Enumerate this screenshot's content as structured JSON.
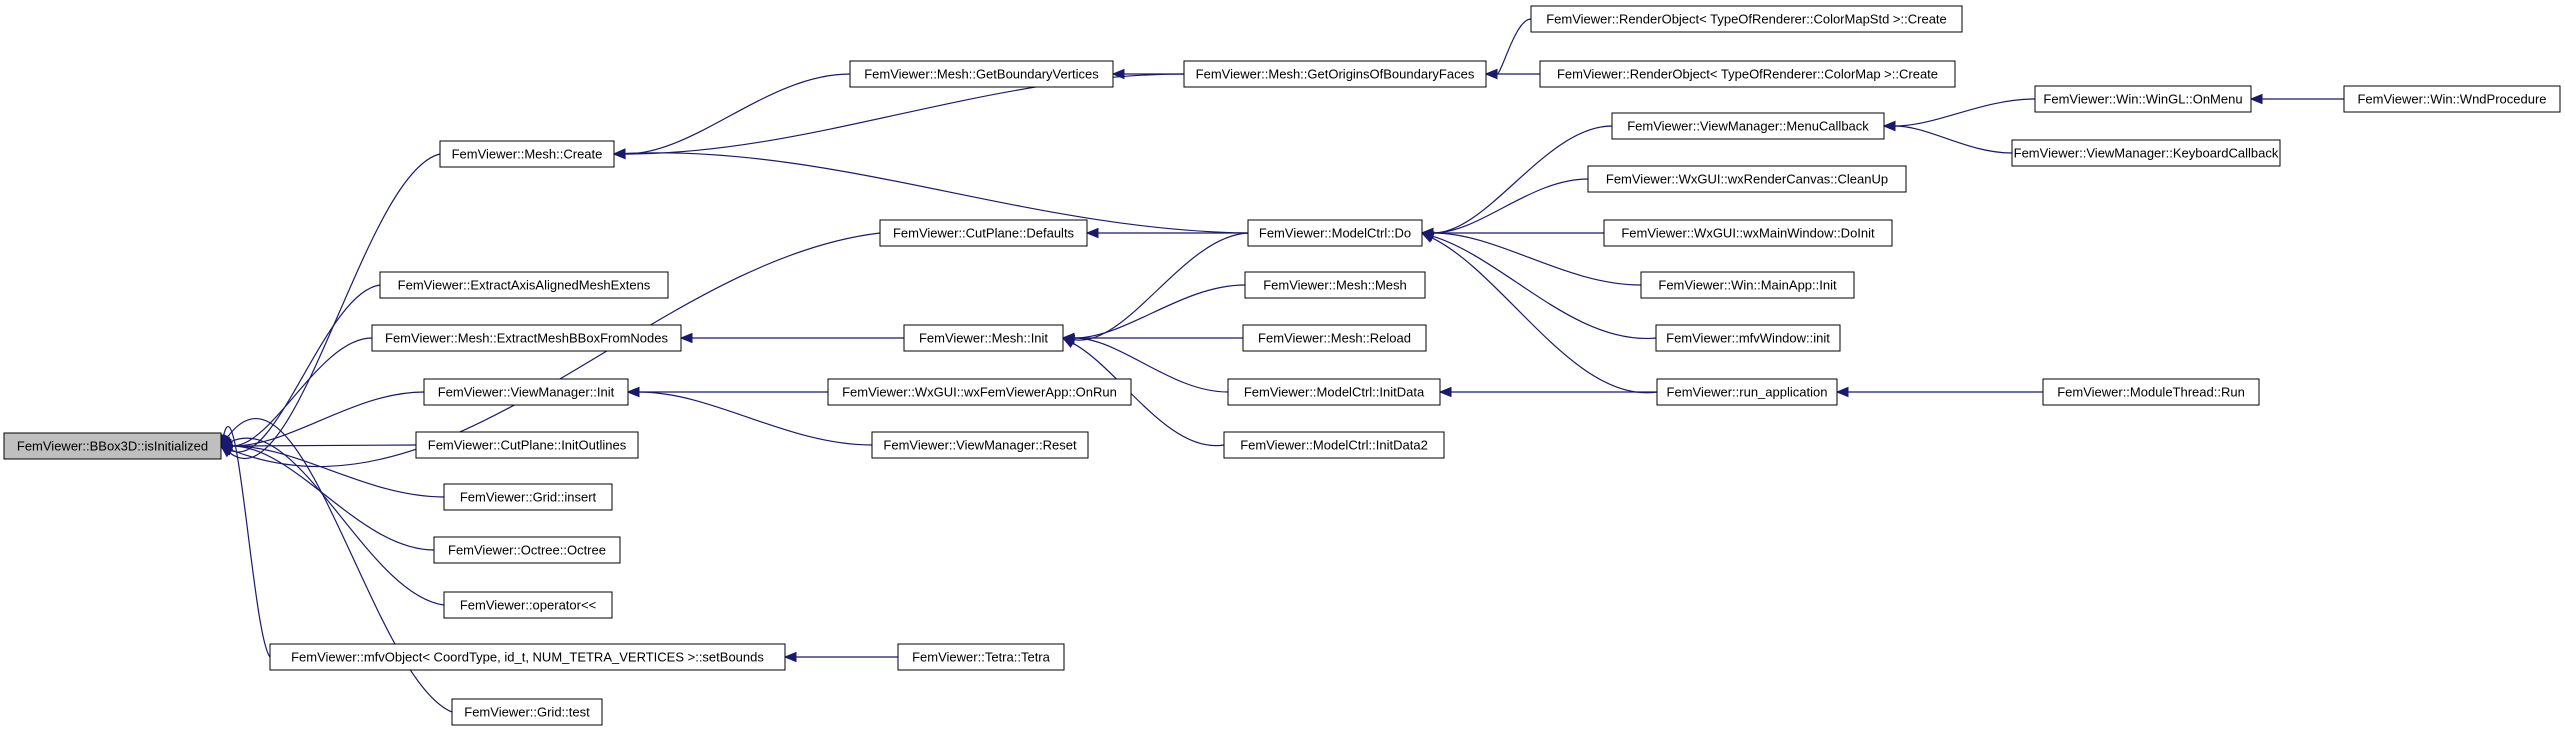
{
  "nodes": [
    {
      "id": "bbox",
      "label": "FemViewer::BBox3D::isInitialized",
      "root": true
    },
    {
      "id": "meshCreate",
      "label": "FemViewer::Mesh::Create"
    },
    {
      "id": "extractAxis",
      "label": "FemViewer::ExtractAxisAlignedMeshExtens"
    },
    {
      "id": "extractBBox",
      "label": "FemViewer::Mesh::ExtractMeshBBoxFromNodes"
    },
    {
      "id": "vmInit",
      "label": "FemViewer::ViewManager::Init"
    },
    {
      "id": "cpInitOutlines",
      "label": "FemViewer::CutPlane::InitOutlines"
    },
    {
      "id": "gridInsert",
      "label": "FemViewer::Grid::insert"
    },
    {
      "id": "octree",
      "label": "FemViewer::Octree::Octree"
    },
    {
      "id": "operatorLL",
      "label": "FemViewer::operator<<"
    },
    {
      "id": "setBounds",
      "label": "FemViewer::mfvObject< CoordType, id_t, NUM_TETRA_VERTICES >::setBounds"
    },
    {
      "id": "gridTest",
      "label": "FemViewer::Grid::test"
    },
    {
      "id": "getBoundaryVertices",
      "label": "FemViewer::Mesh::GetBoundaryVertices"
    },
    {
      "id": "cpDefaults",
      "label": "FemViewer::CutPlane::Defaults"
    },
    {
      "id": "meshInit",
      "label": "FemViewer::Mesh::Init"
    },
    {
      "id": "wxOnRun",
      "label": "FemViewer::WxGUI::wxFemViewerApp::OnRun"
    },
    {
      "id": "vmReset",
      "label": "FemViewer::ViewManager::Reset"
    },
    {
      "id": "tetra",
      "label": "FemViewer::Tetra::Tetra"
    },
    {
      "id": "getOrigins",
      "label": "FemViewer::Mesh::GetOriginsOfBoundaryFaces"
    },
    {
      "id": "modelDo",
      "label": "FemViewer::ModelCtrl::Do"
    },
    {
      "id": "meshMesh",
      "label": "FemViewer::Mesh::Mesh"
    },
    {
      "id": "meshReload",
      "label": "FemViewer::Mesh::Reload"
    },
    {
      "id": "initData",
      "label": "FemViewer::ModelCtrl::InitData"
    },
    {
      "id": "initData2",
      "label": "FemViewer::ModelCtrl::InitData2"
    },
    {
      "id": "roStd",
      "label": "FemViewer::RenderObject< TypeOfRenderer::ColorMapStd >::Create"
    },
    {
      "id": "roMap",
      "label": "FemViewer::RenderObject< TypeOfRenderer::ColorMap >::Create"
    },
    {
      "id": "menuCallback",
      "label": "FemViewer::ViewManager::MenuCallback"
    },
    {
      "id": "cleanUp",
      "label": "FemViewer::WxGUI::wxRenderCanvas::CleanUp"
    },
    {
      "id": "doInit",
      "label": "FemViewer::WxGUI::wxMainWindow::DoInit"
    },
    {
      "id": "mainAppInit",
      "label": "FemViewer::Win::MainApp::Init"
    },
    {
      "id": "mfvWindowInit",
      "label": "FemViewer::mfvWindow::init"
    },
    {
      "id": "runApp",
      "label": "FemViewer::run_application"
    },
    {
      "id": "onMenu",
      "label": "FemViewer::Win::WinGL::OnMenu"
    },
    {
      "id": "keyboardCallback",
      "label": "FemViewer::ViewManager::KeyboardCallback"
    },
    {
      "id": "moduleRun",
      "label": "FemViewer::ModuleThread::Run"
    },
    {
      "id": "wndProc",
      "label": "FemViewer::Win::WndProcedure"
    }
  ],
  "edges": [
    {
      "from": "meshCreate",
      "to": "bbox"
    },
    {
      "from": "extractAxis",
      "to": "bbox"
    },
    {
      "from": "extractBBox",
      "to": "bbox"
    },
    {
      "from": "vmInit",
      "to": "bbox"
    },
    {
      "from": "cpInitOutlines",
      "to": "bbox"
    },
    {
      "from": "gridInsert",
      "to": "bbox"
    },
    {
      "from": "octree",
      "to": "bbox"
    },
    {
      "from": "operatorLL",
      "to": "bbox"
    },
    {
      "from": "setBounds",
      "to": "bbox"
    },
    {
      "from": "gridTest",
      "to": "bbox"
    },
    {
      "from": "cpDefaults",
      "to": "bbox"
    },
    {
      "from": "getBoundaryVertices",
      "to": "meshCreate"
    },
    {
      "from": "getOrigins",
      "to": "meshCreate"
    },
    {
      "from": "modelDo",
      "to": "meshCreate"
    },
    {
      "from": "meshInit",
      "to": "extractBBox"
    },
    {
      "from": "wxOnRun",
      "to": "vmInit"
    },
    {
      "from": "vmReset",
      "to": "vmInit"
    },
    {
      "from": "tetra",
      "to": "setBounds"
    },
    {
      "from": "getOrigins",
      "to": "getBoundaryVertices"
    },
    {
      "from": "modelDo",
      "to": "cpDefaults"
    },
    {
      "from": "modelDo",
      "to": "meshInit"
    },
    {
      "from": "meshMesh",
      "to": "meshInit"
    },
    {
      "from": "meshReload",
      "to": "meshInit"
    },
    {
      "from": "initData",
      "to": "meshInit"
    },
    {
      "from": "initData2",
      "to": "meshInit"
    },
    {
      "from": "roStd",
      "to": "getOrigins"
    },
    {
      "from": "roMap",
      "to": "getOrigins"
    },
    {
      "from": "menuCallback",
      "to": "modelDo"
    },
    {
      "from": "cleanUp",
      "to": "modelDo"
    },
    {
      "from": "doInit",
      "to": "modelDo"
    },
    {
      "from": "mainAppInit",
      "to": "modelDo"
    },
    {
      "from": "mfvWindowInit",
      "to": "modelDo"
    },
    {
      "from": "runApp",
      "to": "modelDo"
    },
    {
      "from": "runApp",
      "to": "initData"
    },
    {
      "from": "onMenu",
      "to": "menuCallback"
    },
    {
      "from": "keyboardCallback",
      "to": "menuCallback"
    },
    {
      "from": "moduleRun",
      "to": "runApp"
    },
    {
      "from": "wndProc",
      "to": "onMenu"
    }
  ]
}
